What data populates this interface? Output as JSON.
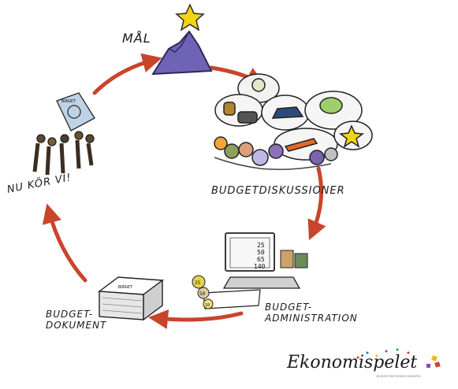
{
  "stages": {
    "goal": "MÅL",
    "discussions": "BUDGETDISKUSSIONER",
    "administration": "BUDGET-\nADMINISTRATION",
    "document": "BUDGET-\nDOKUMENT",
    "go": "NU KÖR VI!"
  },
  "screen_values": [
    "25",
    "50",
    "65",
    "140"
  ],
  "coin_values": [
    "25",
    "50",
    "10"
  ],
  "document_stamp": "BUDGET",
  "shield_text": "BUDGET",
  "logo": {
    "name": "Ekonomispelet",
    "tagline": "BUDGETINFORMATIONSSPEL"
  },
  "colors": {
    "arrow": "#c8452c",
    "mountain": "#6f63b5",
    "star": "#f5d21a"
  }
}
